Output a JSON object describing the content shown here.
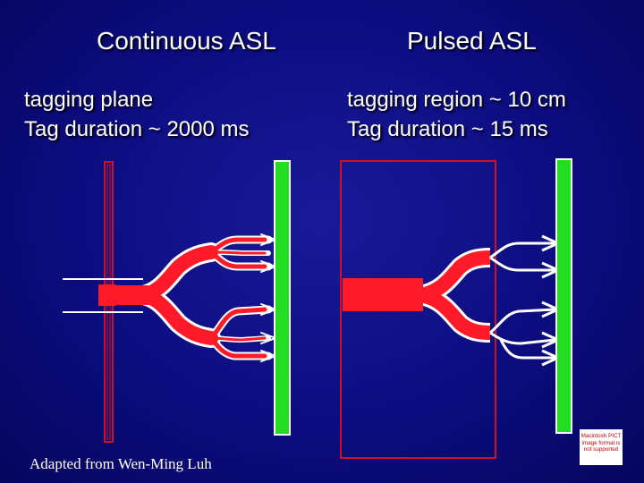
{
  "left": {
    "title": "Continuous ASL",
    "line1": "tagging plane",
    "line2": "Tag duration ~ 2000 ms"
  },
  "right": {
    "title": "Pulsed ASL",
    "line1": "tagging region ~ 10 cm",
    "line2": "Tag duration ~ 15 ms"
  },
  "credit": "Adapted from Wen-Ming Luh",
  "placeholder_image": "Macintosh PICT image format is not supported",
  "colors": {
    "background": "#0c0c80",
    "tag_red": "#ff1a2a",
    "outline_red": "#d01020",
    "tissue_green": "#22dd22",
    "white": "#ffffff"
  },
  "icons": {
    "vessel": "branching-artery-tree",
    "tissue": "green-tissue-bar",
    "tag": "red-tagging-frame"
  }
}
